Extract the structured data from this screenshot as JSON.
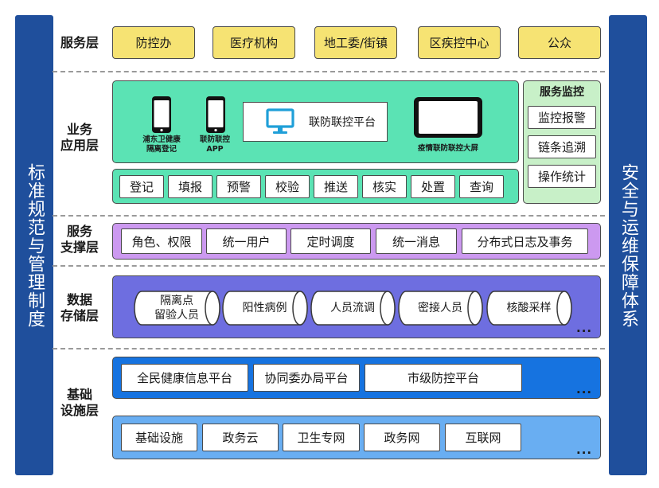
{
  "side_left": "标准规范与管理制度",
  "side_right": "安全与运维保障体系",
  "layers": {
    "service": "服务层",
    "business": [
      "业务",
      "应用层"
    ],
    "support": [
      "服务",
      "支撑层"
    ],
    "storage": [
      "数据",
      "存储层"
    ],
    "infra": [
      "基础",
      "设施层"
    ]
  },
  "service_items": [
    "防控办",
    "医疗机构",
    "地工委/街镇",
    "区疾控中心",
    "公众"
  ],
  "business": {
    "phone1_caption": [
      "浦东卫健康",
      "隔离登记"
    ],
    "phone2_caption": [
      "联防联控",
      "APP"
    ],
    "platform_label": "联防联控平台",
    "tablet_caption": "疫情联防联控大屏",
    "functions": [
      "登记",
      "填报",
      "预警",
      "校验",
      "推送",
      "核实",
      "处置",
      "查询"
    ]
  },
  "monitor": {
    "title": "服务监控",
    "items": [
      "监控报警",
      "链条追溯",
      "操作统计"
    ]
  },
  "support_items": [
    "角色、权限",
    "统一用户",
    "定时调度",
    "统一消息",
    "分布式日志及事务"
  ],
  "storage_items": [
    [
      "隔离点",
      "留验人员"
    ],
    [
      "阳性病例"
    ],
    [
      "人员流调"
    ],
    [
      "密接人员"
    ],
    [
      "核酸采样"
    ]
  ],
  "infra_platforms": [
    "全民健康信息平台",
    "协同委办局平台",
    "市级防控平台"
  ],
  "infra_base": [
    "基础设施",
    "政务云",
    "卫生专网",
    "政务网",
    "互联网"
  ],
  "ellipsis": "...",
  "colors": {
    "side_bar": "#1f4f9c",
    "service_box": "#f6e373",
    "business_panel": "#5be3b4",
    "monitor_panel": "#c8f0c8",
    "support_panel": "#cc99f0",
    "storage_panel": "#6e6ee0",
    "infra_top_panel": "#1673e0",
    "infra_bottom_panel": "#69aef2"
  },
  "icons": [
    "phone-icon",
    "desktop-monitor-icon",
    "tablet-icon",
    "cylinder-icon"
  ]
}
